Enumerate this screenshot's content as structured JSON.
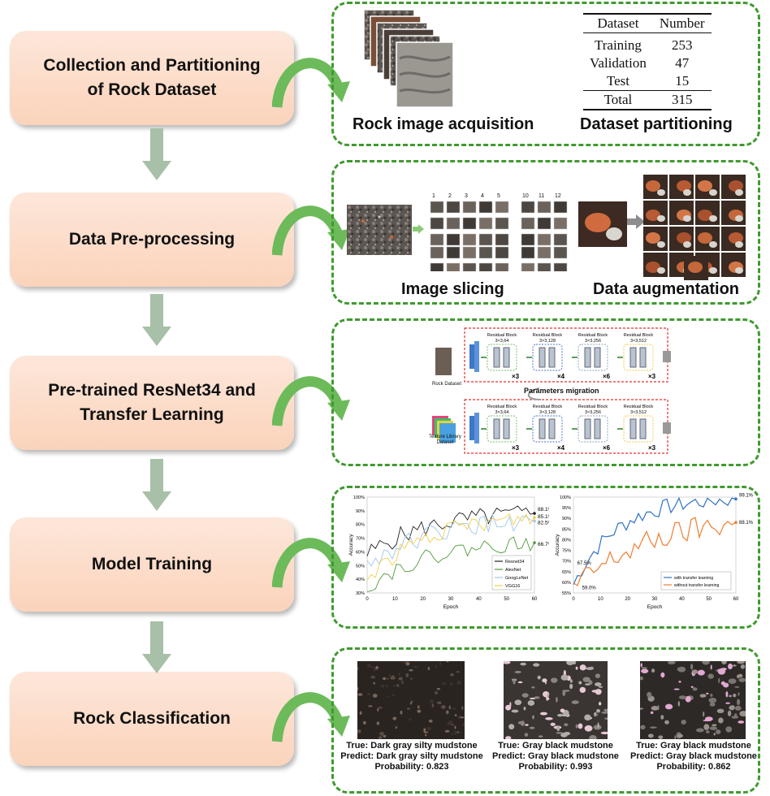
{
  "steps": [
    {
      "line1": "Collection and Partitioning",
      "line2": "of Rock Dataset"
    },
    {
      "line1": "Data Pre-processing",
      "line2": ""
    },
    {
      "line1": "Pre-trained ResNet34 and",
      "line2": "Transfer Learning"
    },
    {
      "line1": "Model Training",
      "line2": ""
    },
    {
      "line1": "Rock Classification",
      "line2": ""
    }
  ],
  "panel1": {
    "caption_left": "Rock image acquisition",
    "caption_right": "Dataset partitioning",
    "table": {
      "headers": [
        "Dataset",
        "Number"
      ],
      "rows": [
        [
          "Training",
          "253"
        ],
        [
          "Validation",
          "47"
        ],
        [
          "Test",
          "15"
        ],
        [
          "Total",
          "315"
        ]
      ]
    }
  },
  "panel2": {
    "caption_left": "Image slicing",
    "caption_right": "Data augmentation",
    "grid_cols_left": [
      "1",
      "2",
      "3",
      "4",
      "5"
    ],
    "grid_cols_right": [
      "10",
      "11",
      "12"
    ]
  },
  "panel3": {
    "residual_label": "Residual Block",
    "blocks": [
      {
        "dims": "3×3,64",
        "mult": "×3"
      },
      {
        "dims": "3×3,128",
        "mult": "×4"
      },
      {
        "dims": "3×3,256",
        "mult": "×6"
      },
      {
        "dims": "3×3,512",
        "mult": "×3"
      }
    ],
    "top_input": "Rock Dataset",
    "bottom_input": "Texture Library Dataset",
    "migration": "Parameters migration"
  },
  "chart_data": [
    {
      "type": "line",
      "xlabel": "Epoch",
      "ylabel": "Accuracy",
      "ylim": [
        30,
        100
      ],
      "xlim": [
        0,
        60
      ],
      "yticks": [
        "30%",
        "40%",
        "50%",
        "60%",
        "70%",
        "80%",
        "90%",
        "100%"
      ],
      "xticks": [
        "0",
        "10",
        "20",
        "30",
        "40",
        "50",
        "60"
      ],
      "end_labels": [
        "88.1%",
        "85.1%",
        "82.5%",
        "66.7%"
      ],
      "legend_position": "bottom-right",
      "series": [
        {
          "name": "Resnet34",
          "color": "#222222",
          "end_value": 88.1
        },
        {
          "name": "AlexNet",
          "color": "#4f9a3c",
          "end_value": 66.7
        },
        {
          "name": "GoogLeNet",
          "color": "#9cc7ee",
          "end_value": 82.5
        },
        {
          "name": "VGG16",
          "color": "#f5cd4a",
          "end_value": 85.1
        }
      ]
    },
    {
      "type": "line",
      "xlabel": "Epoch",
      "ylabel": "Accuracy",
      "ylim": [
        55,
        100
      ],
      "xlim": [
        0,
        60
      ],
      "yticks": [
        "55%",
        "60%",
        "65%",
        "70%",
        "75%",
        "80%",
        "85%",
        "90%",
        "95%",
        "100%"
      ],
      "xticks": [
        "0",
        "10",
        "20",
        "30",
        "40",
        "50",
        "60"
      ],
      "point_labels": [
        "99.1%",
        "88.1%",
        "67.5%",
        "59.0%"
      ],
      "legend_position": "bottom-right",
      "series": [
        {
          "name": "with transfer learning",
          "color": "#2f72c4",
          "end_value": 99.1
        },
        {
          "name": "without transfer learning",
          "color": "#ee7d31",
          "end_value": 88.1
        }
      ]
    }
  ],
  "panel5": {
    "results": [
      {
        "true_label": "True: Dark gray silty mudstone",
        "predict": "Predict: Dark gray silty mudstone",
        "prob": "Probability: 0.823"
      },
      {
        "true_label": "True: Gray black mudstone",
        "predict": "Predict: Gray black mudstone",
        "prob": "Probability: 0.993"
      },
      {
        "true_label": "True: Gray black mudstone",
        "predict": "Predict: Gray black mudstone",
        "prob": "Probability: 0.862"
      }
    ]
  },
  "colors": {
    "step_fill": "#fbd3bb",
    "panel_border": "#3f9a2f",
    "curve_arrow": "#6dba5a",
    "down_arrow": "#a7c0a7",
    "dashed_red": "#e03030"
  }
}
